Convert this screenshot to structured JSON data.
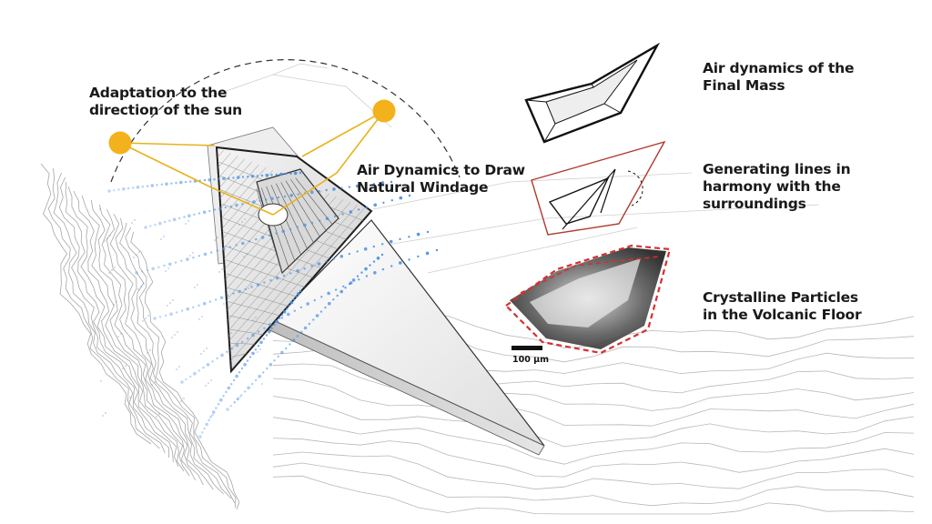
{
  "labels": {
    "sun": [
      "Adaptation to the",
      "direction of the sun"
    ],
    "air_windage": [
      "Air Dynamics to Draw",
      "Natural Windage"
    ],
    "air_final_mass": [
      "Air dynamics  of the",
      "Final Mass"
    ],
    "generating_lines": [
      "Generating lines in",
      "harmony with the",
      "surroundings"
    ],
    "crystalline": [
      "Crystalline Particles",
      "in the Volcanic Floor"
    ]
  },
  "scale_bar": {
    "text": "100 μm"
  },
  "colors": {
    "sun": "#f3b21b",
    "sun_ray": "#e8b21a",
    "wind_dots": "#4a8fe0",
    "red_outline": "#c0392b",
    "red_dashed": "#d62f2f",
    "contour": "#9a9a9a",
    "ink": "#1a1a1a"
  },
  "icons": [
    "sun-icon",
    "sun-icon",
    "final-mass-icon",
    "generating-lines-icon",
    "crystal-particle-icon"
  ]
}
